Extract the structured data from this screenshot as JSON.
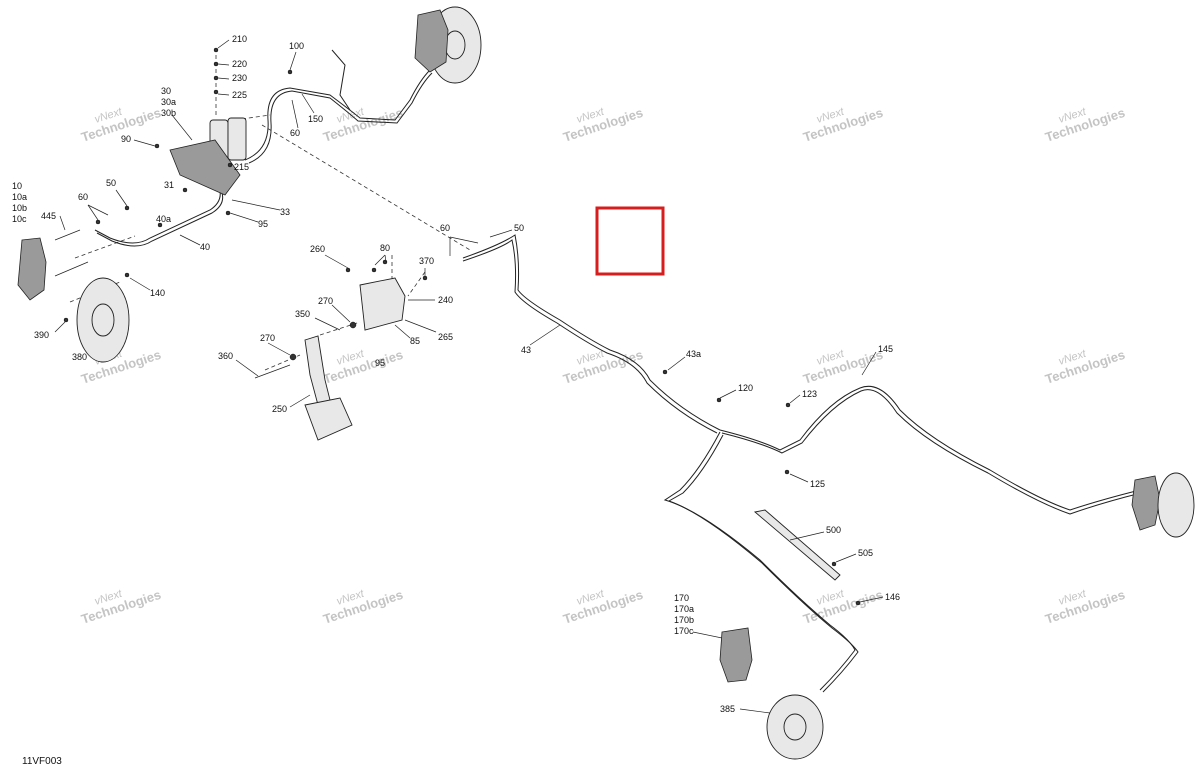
{
  "watermark": {
    "line1": "vNext",
    "line2": "Technologies"
  },
  "highlight_box": {
    "color": "#d61e1e"
  },
  "figure_id": "11VF003",
  "labels": {
    "l210": "210",
    "l220": "220",
    "l230": "230",
    "l225": "225",
    "l100": "100",
    "l30": "30",
    "l30a": "30a",
    "l30b": "30b",
    "l90": "90",
    "l215": "215",
    "l60a": "60",
    "l150": "150",
    "l10": "10",
    "l10a": "10a",
    "l10b": "10b",
    "l10c": "10c",
    "l445": "445",
    "l60b": "60",
    "l50a": "50",
    "l31": "31",
    "l33": "33",
    "l95a": "95",
    "l40a": "40a",
    "l40": "40",
    "l140": "140",
    "l390": "390",
    "l380": "380",
    "l60c": "60",
    "l50b": "50",
    "l260": "260",
    "l80": "80",
    "l370": "370",
    "l240": "240",
    "l270a": "270",
    "l350": "350",
    "l85": "85",
    "l265": "265",
    "l270b": "270",
    "l95b": "95",
    "l360": "360",
    "l250": "250",
    "l43": "43",
    "l43a": "43a",
    "l145": "145",
    "l120": "120",
    "l123": "123",
    "l125": "125",
    "l500": "500",
    "l505": "505",
    "l146": "146",
    "l170": "170",
    "l170a": "170a",
    "l170b": "170b",
    "l170c": "170c",
    "l385": "385"
  }
}
